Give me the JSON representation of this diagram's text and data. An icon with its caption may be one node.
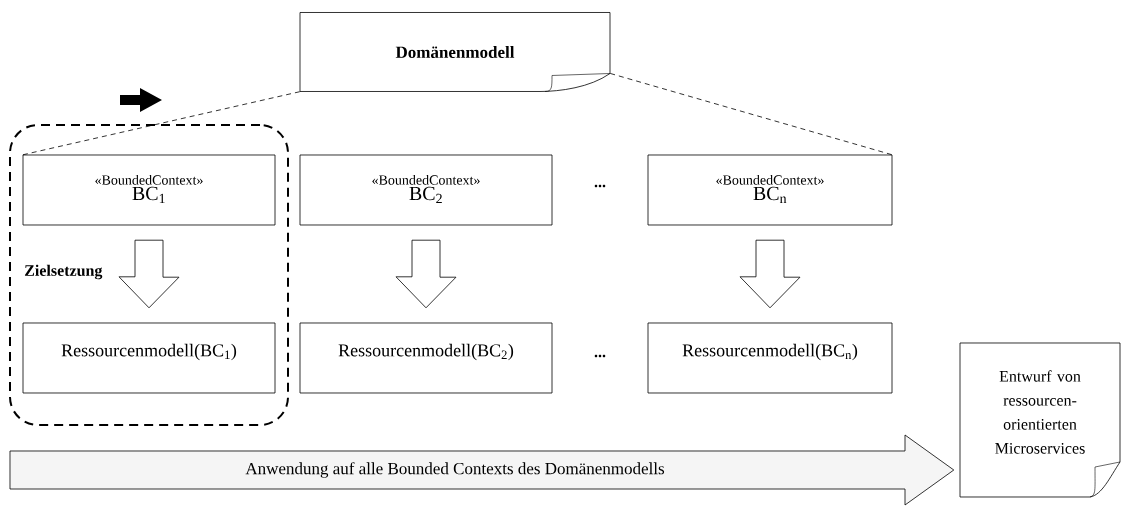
{
  "diagram": {
    "nodes": [
      {
        "text": [
          "Domänenmodell"
        ]
      },
      {
        "text": [
          "Zielsetzung"
        ]
      },
      {
        "text": [
          "«BoundedContext»",
          "BC$_{1}$"
        ],
        "in": 1
      },
      {
        "text": [
          "«BoundedContext»",
          "BC$_{2}$"
        ]
      },
      {
        "text": [
          "«BoundedContext»",
          "BC$_{n}$"
        ]
      },
      {
        "text": [
          "Ressourcenmodell(BC$_{1}$)"
        ],
        "in": 1
      },
      {
        "text": [
          "Ressourcenmodell(BC$_{2}$)"
        ]
      },
      {
        "text": [
          "Ressourcenmodell(BC$_{n}$)"
        ]
      },
      {
        "text": [
          "Entwurf von ressourcen-orientierten Microservices"
        ]
      }
    ],
    "edges": [
      {
        "from": 0,
        "to": 2,
        "arrow": "none",
        "style": "dashed"
      },
      {
        "from": 0,
        "to": 4,
        "arrow": "none",
        "style": "dashed"
      },
      {
        "from": 2,
        "to": 5,
        "arrow": "to"
      },
      {
        "from": 3,
        "to": 6,
        "arrow": "to"
      },
      {
        "from": 4,
        "to": 7,
        "arrow": "to"
      },
      {
        "from": null,
        "to": 8,
        "arrow": "to",
        "label": "Anwendung auf alle Bounded Contexts des Domänenmodells"
      }
    ],
    "labels": [
      "...",
      "..."
    ]
  }
}
